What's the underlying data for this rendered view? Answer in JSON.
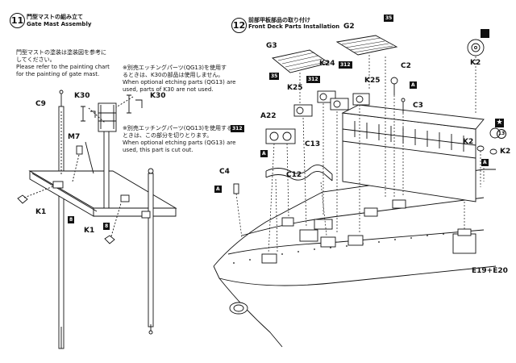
{
  "step11": {
    "number": "11",
    "title_jp": "門型マストの組み立て",
    "title_en": "Gate Mast Assembly",
    "note_jp_1": "門型マストの塗装は塗装図を参考に",
    "note_jp_2": "してください。",
    "note_en_1": "Please refer to the painting chart",
    "note_en_2": "for the painting of gate mast.",
    "note_a_jp_1": "※別売エッチングパーツ(QG13)を使用す",
    "note_a_jp_2": "るときは、K30の部品は使用しません。",
    "note_a_en_1": "When optional etching parts (QG13) are",
    "note_a_en_2": "used, parts of K30 are not used.",
    "note_b_jp_1": "※別売エッチングパーツ(QG13)を使用する",
    "note_b_jp_2": "ときは、この部分を切りとります。",
    "note_b_en_1": "When optional etching parts (QG13) are",
    "note_b_en_2": "used, this part is cut out.",
    "labels": {
      "c9": "C9",
      "k30_a": "K30",
      "k30_b": "K30",
      "m7": "M7",
      "k1_a": "K1",
      "k1_b": "K1",
      "box8_a": "8",
      "box8_b": "8"
    }
  },
  "step12": {
    "number": "12",
    "title_jp": "前部甲板部品の取り付け",
    "title_en": "Front Deck Parts Installation",
    "labels": {
      "g3": "G3",
      "g2": "G2",
      "box35_a": "35",
      "box35_b": "35",
      "k24": "K24",
      "box312_a": "312",
      "box312_b": "312",
      "box312_c": "312",
      "k25_a": "K25",
      "k25_b": "K25",
      "c2": "C2",
      "boxA_c2": "A",
      "c3": "C3",
      "a22": "A22",
      "boxA_a22": "A",
      "c13": "C13",
      "c12": "C12",
      "c4": "C4",
      "boxA_c4": "A",
      "k2_top": "K2",
      "k2_mid": "K2",
      "k2_right": "K2",
      "boxA_k2": "A",
      "star": "★",
      "circ13": "13",
      "e19e20": "E19+E20"
    }
  }
}
